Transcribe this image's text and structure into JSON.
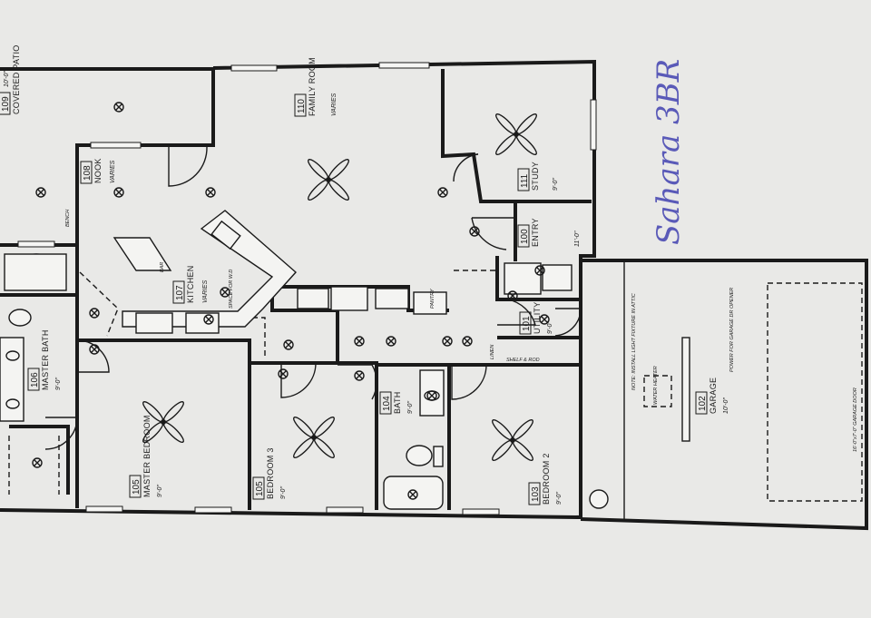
{
  "plan": {
    "handwritten_title": "Sahara 3BR",
    "rooms": [
      {
        "id": "patio",
        "number": "109",
        "name": "COVERED PATIO",
        "height": "10'-0\""
      },
      {
        "id": "family",
        "number": "110",
        "name": "FAMILY ROOM",
        "height": "VARIES"
      },
      {
        "id": "study",
        "number": "111",
        "name": "STUDY",
        "height": "9'-0\""
      },
      {
        "id": "entry",
        "number": "100",
        "name": "ENTRY",
        "height": "11'-0\""
      },
      {
        "id": "nook",
        "number": "108",
        "name": "NOOK",
        "height": "VARIES"
      },
      {
        "id": "kitchen",
        "number": "107",
        "name": "KITCHEN",
        "height": "VARIES"
      },
      {
        "id": "masterbath",
        "number": "106",
        "name": "MASTER BATH",
        "height": "9'-0\""
      },
      {
        "id": "master",
        "number": "105",
        "name": "MASTER BEDROOM",
        "height": "9'-0\""
      },
      {
        "id": "bed3",
        "number": "105",
        "name": "BEDROOM 3",
        "height": "9'-0\""
      },
      {
        "id": "bath",
        "number": "104",
        "name": "BATH",
        "height": "9'-0\""
      },
      {
        "id": "bed2",
        "number": "103",
        "name": "BEDROOM 2",
        "height": "9'-0\""
      },
      {
        "id": "utility",
        "number": "101",
        "name": "UTILITY",
        "height": "9'-0\""
      },
      {
        "id": "garage",
        "number": "102",
        "name": "GARAGE",
        "height": "10'-0\""
      }
    ],
    "notes": {
      "garage_door": "16'-0\"x7'-0\" GARAGE DOOR",
      "power": "POWER FOR GARAGE DR OPENER",
      "light": "NOTE: INSTALL LIGHT FIXTURE IN ATTIC",
      "water_heater": "WATER HEATER",
      "closet_small": "BENCH",
      "linen": "LINEN",
      "pantry": "PANTRY",
      "utility_shelf": "SHELF & ROD",
      "kitchen_island": "BAR",
      "counter_note": "SPACE FOR W.D"
    }
  }
}
